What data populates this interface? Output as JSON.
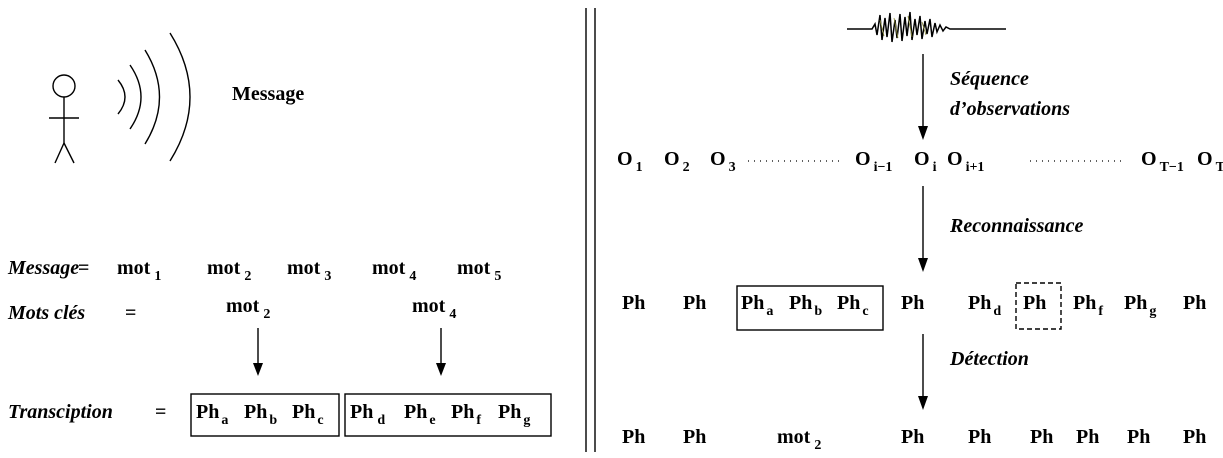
{
  "left": {
    "message_label": "Message",
    "message_row": {
      "label": "Message",
      "eq": "=",
      "words": [
        {
          "base": "mot",
          "sub": "1"
        },
        {
          "base": "mot",
          "sub": "2"
        },
        {
          "base": "mot",
          "sub": "3"
        },
        {
          "base": "mot",
          "sub": "4"
        },
        {
          "base": "mot",
          "sub": "5"
        }
      ]
    },
    "keywords_row": {
      "label": "Mots clés",
      "eq": "=",
      "words": [
        {
          "base": "mot",
          "sub": "2"
        },
        {
          "base": "mot",
          "sub": "4"
        }
      ]
    },
    "transcription_row": {
      "label": "Transciption",
      "eq": "=",
      "box1": [
        {
          "base": "Ph",
          "sub": "a"
        },
        {
          "base": "Ph",
          "sub": "b"
        },
        {
          "base": "Ph",
          "sub": "c"
        }
      ],
      "box2": [
        {
          "base": "Ph",
          "sub": "d"
        },
        {
          "base": "Ph",
          "sub": "e"
        },
        {
          "base": "Ph",
          "sub": "f"
        },
        {
          "base": "Ph",
          "sub": "g"
        }
      ]
    }
  },
  "right": {
    "step1_line1": "Séquence",
    "step1_line2": "d’observations",
    "step2": "Reconnaissance",
    "step3": "Détection",
    "observations": [
      {
        "base": "O",
        "sub": "1"
      },
      {
        "base": "O",
        "sub": "2"
      },
      {
        "base": "O",
        "sub": "3"
      },
      {
        "base": "O",
        "sub": "i−1"
      },
      {
        "base": "O",
        "sub": "i"
      },
      {
        "base": "O",
        "sub": "i+1"
      },
      {
        "base": "O",
        "sub": "T−1"
      },
      {
        "base": "O",
        "sub": "T"
      }
    ],
    "recognition": {
      "ph1": "Ph",
      "ph2": "Ph",
      "box": [
        {
          "base": "Ph",
          "sub": "a"
        },
        {
          "base": "Ph",
          "sub": "b"
        },
        {
          "base": "Ph",
          "sub": "c"
        }
      ],
      "ph3": "Ph",
      "phd": {
        "base": "Ph",
        "sub": "d"
      },
      "dashed": "Ph",
      "phf": {
        "base": "Ph",
        "sub": "f"
      },
      "phg": {
        "base": "Ph",
        "sub": "g"
      },
      "ph4": "Ph"
    },
    "detection": {
      "ph1": "Ph",
      "ph2": "Ph",
      "word": {
        "base": "mot",
        "sub": "2"
      },
      "rest": [
        "Ph",
        "Ph",
        "Ph",
        "Ph",
        "Ph",
        "Ph"
      ]
    }
  }
}
